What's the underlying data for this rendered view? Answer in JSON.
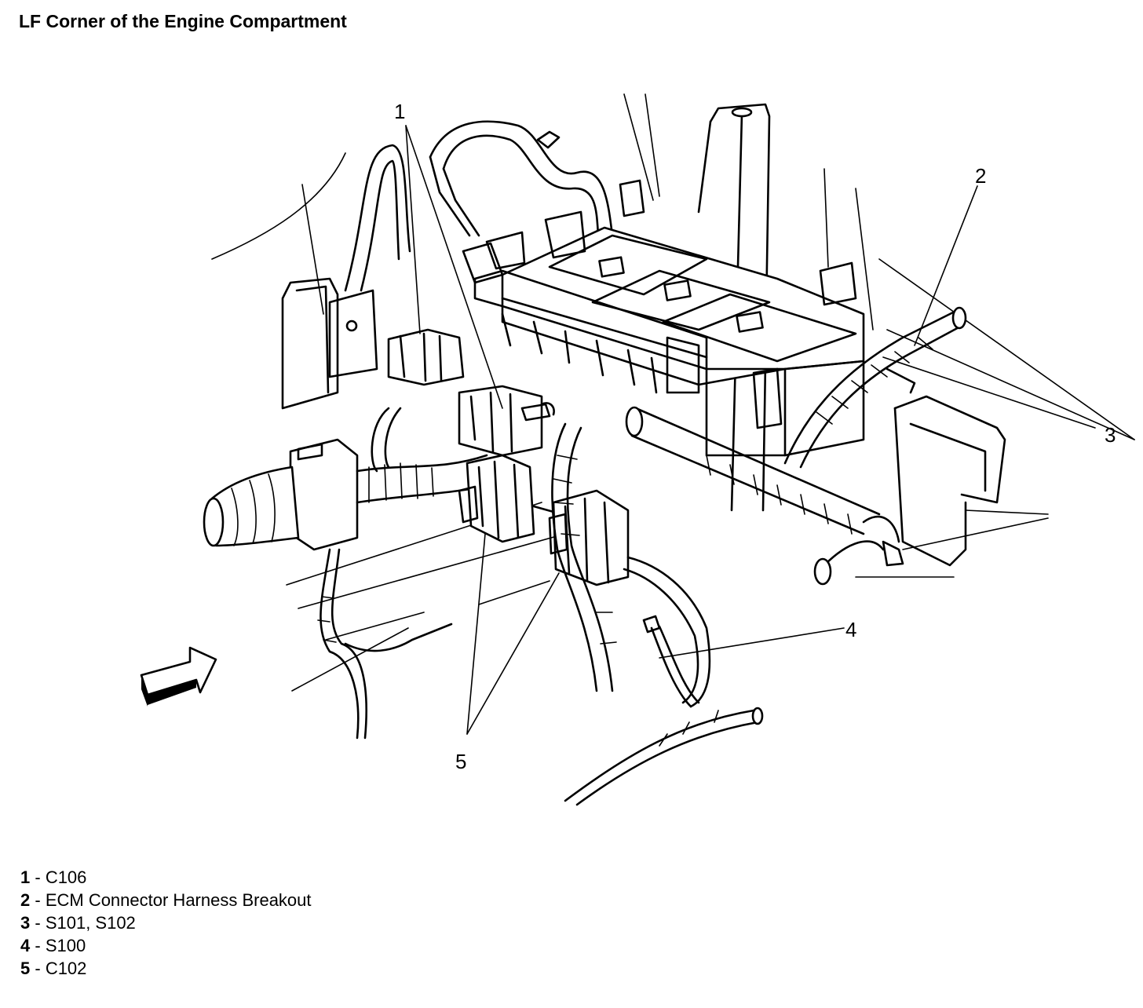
{
  "title": "LF Corner of the Engine Compartment",
  "callouts": [
    "1",
    "2",
    "3",
    "4",
    "5"
  ],
  "legend": [
    {
      "num": "1",
      "sep": " - ",
      "text": "C106"
    },
    {
      "num": "2",
      "sep": " - ",
      "text": "ECM Connector Harness Breakout"
    },
    {
      "num": "3",
      "sep": " - ",
      "text": "S101, S102"
    },
    {
      "num": "4",
      "sep": " - ",
      "text": "S100"
    },
    {
      "num": "5",
      "sep": " - ",
      "text": "C102"
    }
  ],
  "colors": {
    "ink": "#000000",
    "paper": "#ffffff"
  }
}
